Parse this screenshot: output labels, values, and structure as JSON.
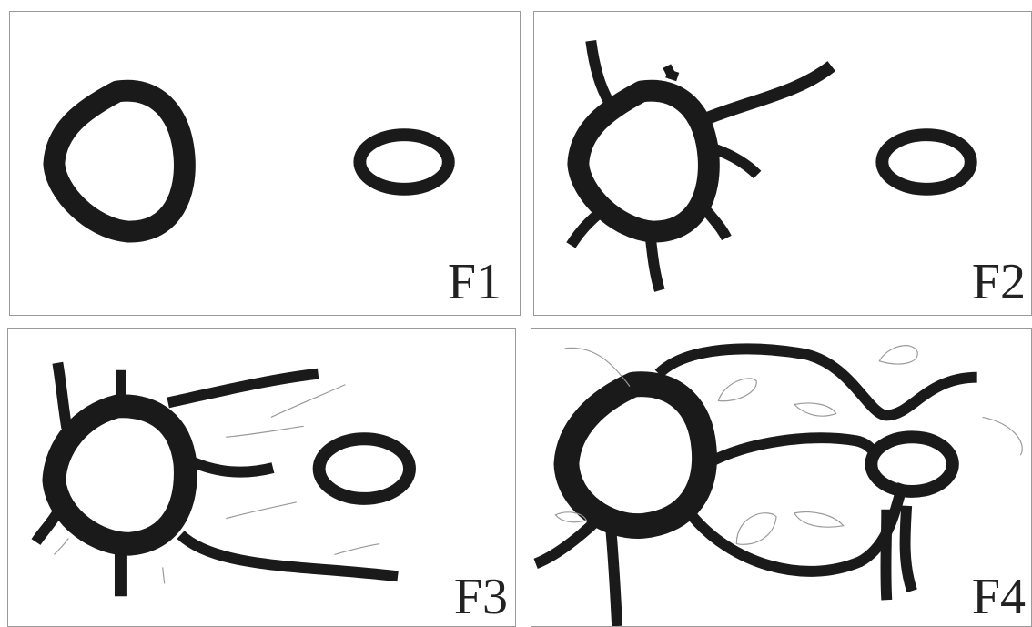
{
  "panels": [
    {
      "id": "F1",
      "label": "F1"
    },
    {
      "id": "F2",
      "label": "F2"
    },
    {
      "id": "F3",
      "label": "F3"
    },
    {
      "id": "F4",
      "label": "F4"
    }
  ],
  "colors": {
    "ink": "#1a1a1a",
    "sketch": "#9a9a9a",
    "border": "#9a9a9a"
  }
}
